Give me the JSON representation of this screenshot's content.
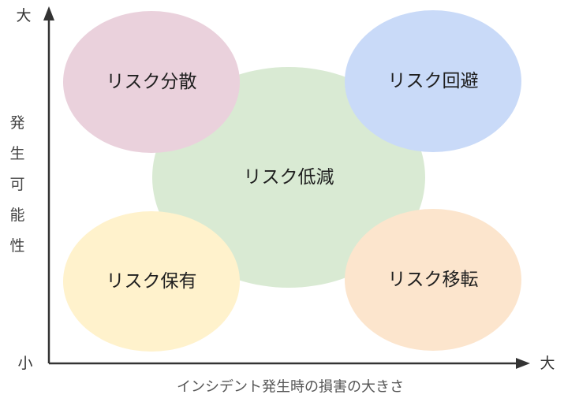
{
  "axes": {
    "y_label_chars": [
      "発",
      "生",
      "可",
      "能",
      "性"
    ],
    "x_label": "インシデント発生時の損害の大きさ",
    "y_high": "大",
    "y_low": "小",
    "x_high": "大",
    "line_color": "#333333"
  },
  "bubbles": {
    "reduce": {
      "label": "リスク低減",
      "color": "#d9ead3"
    },
    "diversify": {
      "label": "リスク分散",
      "color": "#ead1dc"
    },
    "avoid": {
      "label": "リスク回避",
      "color": "#c9daf8"
    },
    "retain": {
      "label": "リスク保有",
      "color": "#fff2cc"
    },
    "transfer": {
      "label": "リスク移転",
      "color": "#fce5cd"
    }
  }
}
